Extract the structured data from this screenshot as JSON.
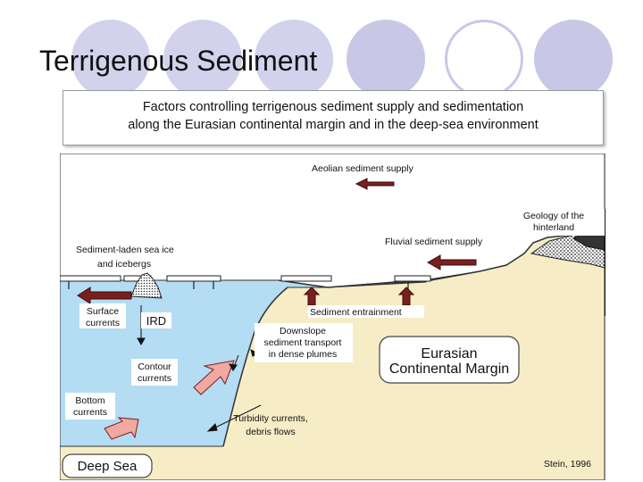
{
  "slide": {
    "title": "Terrigenous Sediment"
  },
  "header": {
    "line1": "Factors controlling terrigenous sediment supply and sedimentation",
    "line2": "along the Eurasian continental margin and in the deep-sea environment"
  },
  "diagram": {
    "labels": {
      "aeolian": "Aeolian sediment supply",
      "geology_line1": "Geology of the",
      "geology_line2": "hinterland",
      "fluvial": "Fluvial sediment supply",
      "sea_ice_line1": "Sediment-laden sea ice",
      "sea_ice_line2": "and icebergs",
      "surface_line1": "Surface",
      "surface_line2": "currents",
      "ird": "IRD",
      "entrainment": "Sediment entrainment",
      "downslope_line1": "Downslope",
      "downslope_line2": "sediment transport",
      "downslope_line3": "in dense plumes",
      "margin_line1": "Eurasian",
      "margin_line2": "Continental Margin",
      "contour_line1": "Contour",
      "contour_line2": "currents",
      "bottom_line1": "Bottom",
      "bottom_line2": "currents",
      "turbidity_line1": "Turbidity currents,",
      "turbidity_line2": "debris flows",
      "deep_sea": "Deep Sea",
      "citation": "Stein, 1996"
    },
    "colors": {
      "sea": "#b4dcf3",
      "land": "#f6edc7",
      "arrow": "#7a1f1f",
      "pink_arrow": "#f0a8a0",
      "deco_circle": "#c8c8e6"
    }
  }
}
